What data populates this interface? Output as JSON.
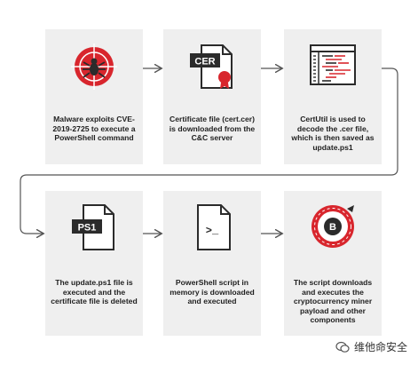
{
  "colors": {
    "red": "#d8262d",
    "dark": "#2b2b2b",
    "card": "#efefef",
    "arrow": "#555555"
  },
  "steps": [
    {
      "icon": "spider-bug-icon",
      "text": "Malware exploits CVE-2019-2725 to execute a PowerShell command"
    },
    {
      "icon": "cer-file-icon",
      "badge": "CER",
      "text": "Certificate file (cert.cer) is downloaded from the C&C server"
    },
    {
      "icon": "code-window-icon",
      "text": "CertUtil is used to decode the .cer file, which is then saved as update.ps1"
    },
    {
      "icon": "ps1-file-icon",
      "badge": "PS1",
      "text": "The update.ps1 file is executed and the certificate file is deleted"
    },
    {
      "icon": "script-file-icon",
      "badge": ">_",
      "text": "PowerShell script in memory is downloaded and executed"
    },
    {
      "icon": "bitcoin-coin-icon",
      "badge": "B",
      "text": "The script downloads and executes the cryptocurrency miner payload and other components"
    }
  ],
  "watermark": {
    "text": "维他命安全"
  }
}
